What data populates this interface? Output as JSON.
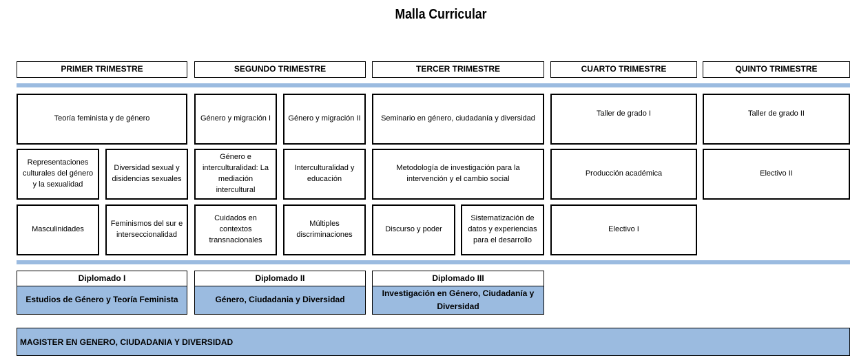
{
  "title": "Malla Curricular",
  "colors": {
    "accent_bar": "#9bbbe0",
    "border": "#000000"
  },
  "trimesters": [
    "PRIMER TRIMESTRE",
    "SEGUNDO TRIMESTRE",
    "TERCER TRIMESTRE",
    "CUARTO TRIMESTRE",
    "QUINTO TRIMESTRE"
  ],
  "courses": {
    "t1_r1": "Teoría feminista y de género",
    "t1_r2a": "Representaciones culturales del género y la sexualidad",
    "t1_r2b": "Diversidad sexual y disidencias sexuales",
    "t1_r3a": "Masculinidades",
    "t1_r3b": "Feminismos del sur e interseccionalidad",
    "t2_r1a": "Género y migración I",
    "t2_r1b": "Género y migración II",
    "t2_r2a": "Género e interculturalidad: La mediación intercultural",
    "t2_r2b": "Interculturalidad y educación",
    "t2_r3a": "Cuidados en contextos transnacionales",
    "t2_r3b": "Múltiples discriminaciones",
    "t3_r1": "Seminario en género, ciudadanía y diversidad",
    "t3_r2": "Metodología de investigación para la intervención y el cambio social",
    "t3_r3a": "Discurso y poder",
    "t3_r3b": "Sistematización de datos y experiencias para el desarrollo",
    "t4_r1": "Taller de grado I",
    "t4_r2": "Producción académica",
    "t4_r3": "Electivo I",
    "t5_r1": "Taller de grado II",
    "t5_r2": "Electivo II"
  },
  "diplomados": [
    {
      "label": "Diplomado I",
      "name": "Estudios de Género y Teoría Feminista"
    },
    {
      "label": "Diplomado II",
      "name": "Género, Ciudadania y Diversidad"
    },
    {
      "label": "Diplomado III",
      "name": "Investigación en Género, Ciudadanía y Diversidad"
    }
  ],
  "degree": "MAGISTER EN GENERO, CIUDADANIA Y DIVERSIDAD"
}
